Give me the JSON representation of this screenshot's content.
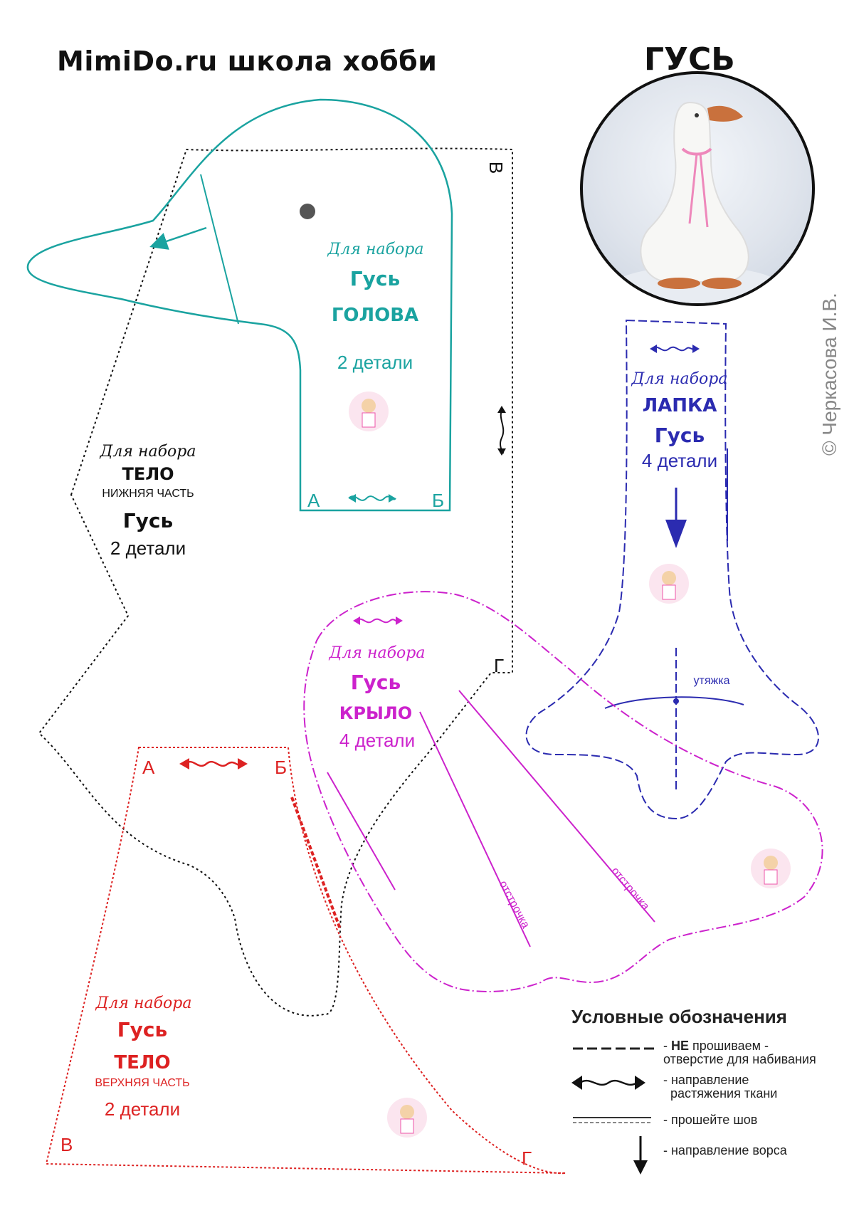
{
  "header": {
    "brand": "MimiDo.ru школа хобби",
    "title": "ГУСЬ"
  },
  "photo": {
    "icon": "goose-photo",
    "copyright": "© Черкасова И.В."
  },
  "colors": {
    "head": "#1aa3a0",
    "body_lower": "#111111",
    "leg": "#2b2bb0",
    "wing": "#cc22cc",
    "body_upper": "#dd2222"
  },
  "pieces": {
    "head": {
      "for_set": "Для набора",
      "name": "Гусь",
      "part": "ГОЛОВА",
      "count": "2 детали",
      "marks": [
        "А",
        "Б",
        "В"
      ]
    },
    "body_lower": {
      "for_set": "Для набора",
      "part": "ТЕЛО",
      "subpart": "НИЖНЯЯ ЧАСТЬ",
      "name": "Гусь",
      "count": "2 детали",
      "marks": [
        "Г"
      ]
    },
    "leg": {
      "for_set": "Для набора",
      "part": "ЛАПКА",
      "name": "Гусь",
      "count": "4 детали",
      "note": "утяжка"
    },
    "wing": {
      "for_set": "Для набора",
      "name": "Гусь",
      "part": "КРЫЛО",
      "count": "4 детали",
      "stitch_label_1": "отстрочка",
      "stitch_label_2": "отстрочка"
    },
    "body_upper": {
      "for_set": "Для набора",
      "name": "Гусь",
      "part": "ТЕЛО",
      "subpart": "ВЕРХНЯЯ ЧАСТЬ",
      "count": "2 детали",
      "marks": [
        "А",
        "Б",
        "В",
        "Г"
      ]
    }
  },
  "legend": {
    "title": "Условные обозначения",
    "items": [
      {
        "bold": "НЕ",
        "text": " прошиваем -",
        "text2": "отверстие для набивания",
        "icon": "dashed-line-icon"
      },
      {
        "bold": "",
        "text": "- направление",
        "text2": "растяжения ткани",
        "icon": "stretch-arrow-icon"
      },
      {
        "bold": "",
        "text": "- прошейте шов",
        "text2": "",
        "icon": "seam-line-icon"
      },
      {
        "bold": "",
        "text": "- направление ворса",
        "text2": "",
        "icon": "pile-arrow-icon"
      }
    ]
  }
}
